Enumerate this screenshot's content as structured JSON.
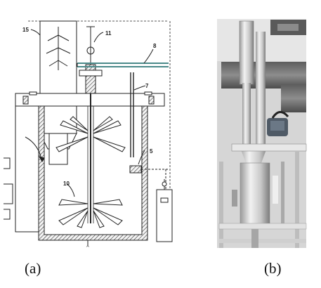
{
  "captions": {
    "a": "(a)",
    "b": "(b)"
  },
  "part_labels": {
    "l15": "15",
    "l11": "11",
    "l8": "8",
    "l7": "7",
    "l5": "5",
    "l10": "10"
  },
  "colors": {
    "line": "#222222",
    "pipe": "#4a8a8a",
    "photo_bg": "#d9d9d9",
    "photo_dark": "#6f6f6f"
  }
}
